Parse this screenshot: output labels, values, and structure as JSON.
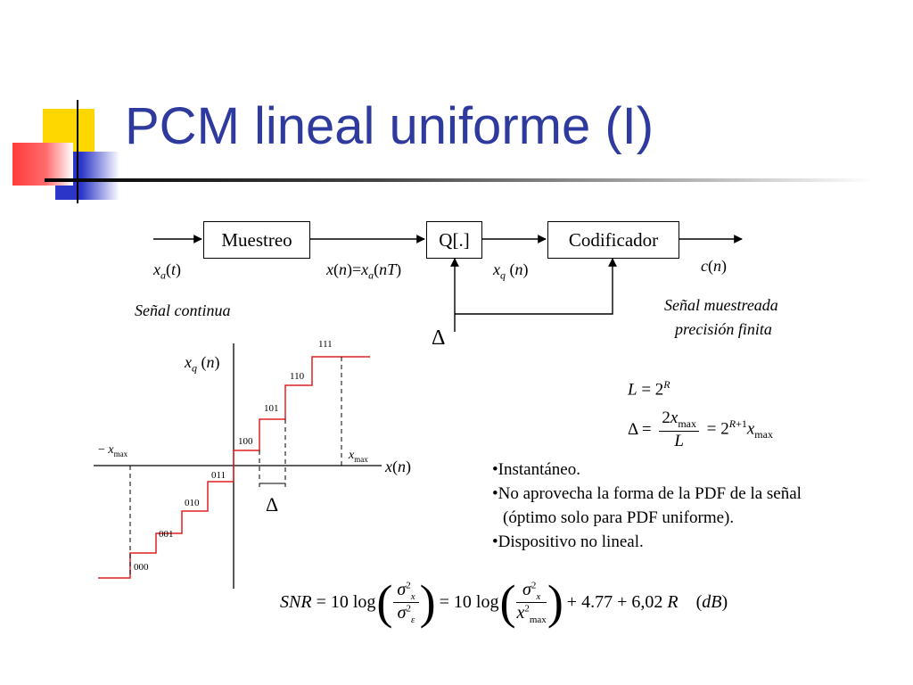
{
  "slide": {
    "title": "PCM lineal uniforme (I)",
    "accent_color": "#2f3a9e",
    "decoration_colors": {
      "yellow": "#ffd700",
      "red": "#ff3b3b",
      "blue": "#2b35c8"
    }
  },
  "block_diagram": {
    "blocks": [
      "Muestreo",
      "Q[.]",
      "Codificador"
    ],
    "signals": {
      "input": "x_a(t)",
      "sampled": "x(n)=x_a(nT)",
      "quantized": "x_q (n)",
      "output": "c(n)"
    },
    "delta_symbol": "Δ",
    "label_continuous": "Señal continua",
    "label_sampled_line1": "Señal muestreada",
    "label_sampled_line2": "precisión finita"
  },
  "staircase": {
    "y_axis_label": "x_q (n)",
    "x_axis_label": "x(n)",
    "xmax_neg_label": "−x_max",
    "xmax_pos_label": "x_max",
    "delta_symbol": "Δ",
    "codes": [
      "000",
      "001",
      "010",
      "011",
      "100",
      "101",
      "110",
      "111"
    ],
    "line_color": "#e02020"
  },
  "equations": {
    "levels": "L = 2^R",
    "step": "Δ = 2x_max / L = 2^(R+1) x_max",
    "snr": "SNR = 10 log(σx² / σε²) = 10 log(σx² / x²max) + 4.77 + 6,02 R   (dB)"
  },
  "bullets": [
    "Instantáneo.",
    "No aprovecha la forma de la PDF de la señal",
    "(óptimo solo para PDF uniforme).",
    "Dispositivo no lineal."
  ]
}
